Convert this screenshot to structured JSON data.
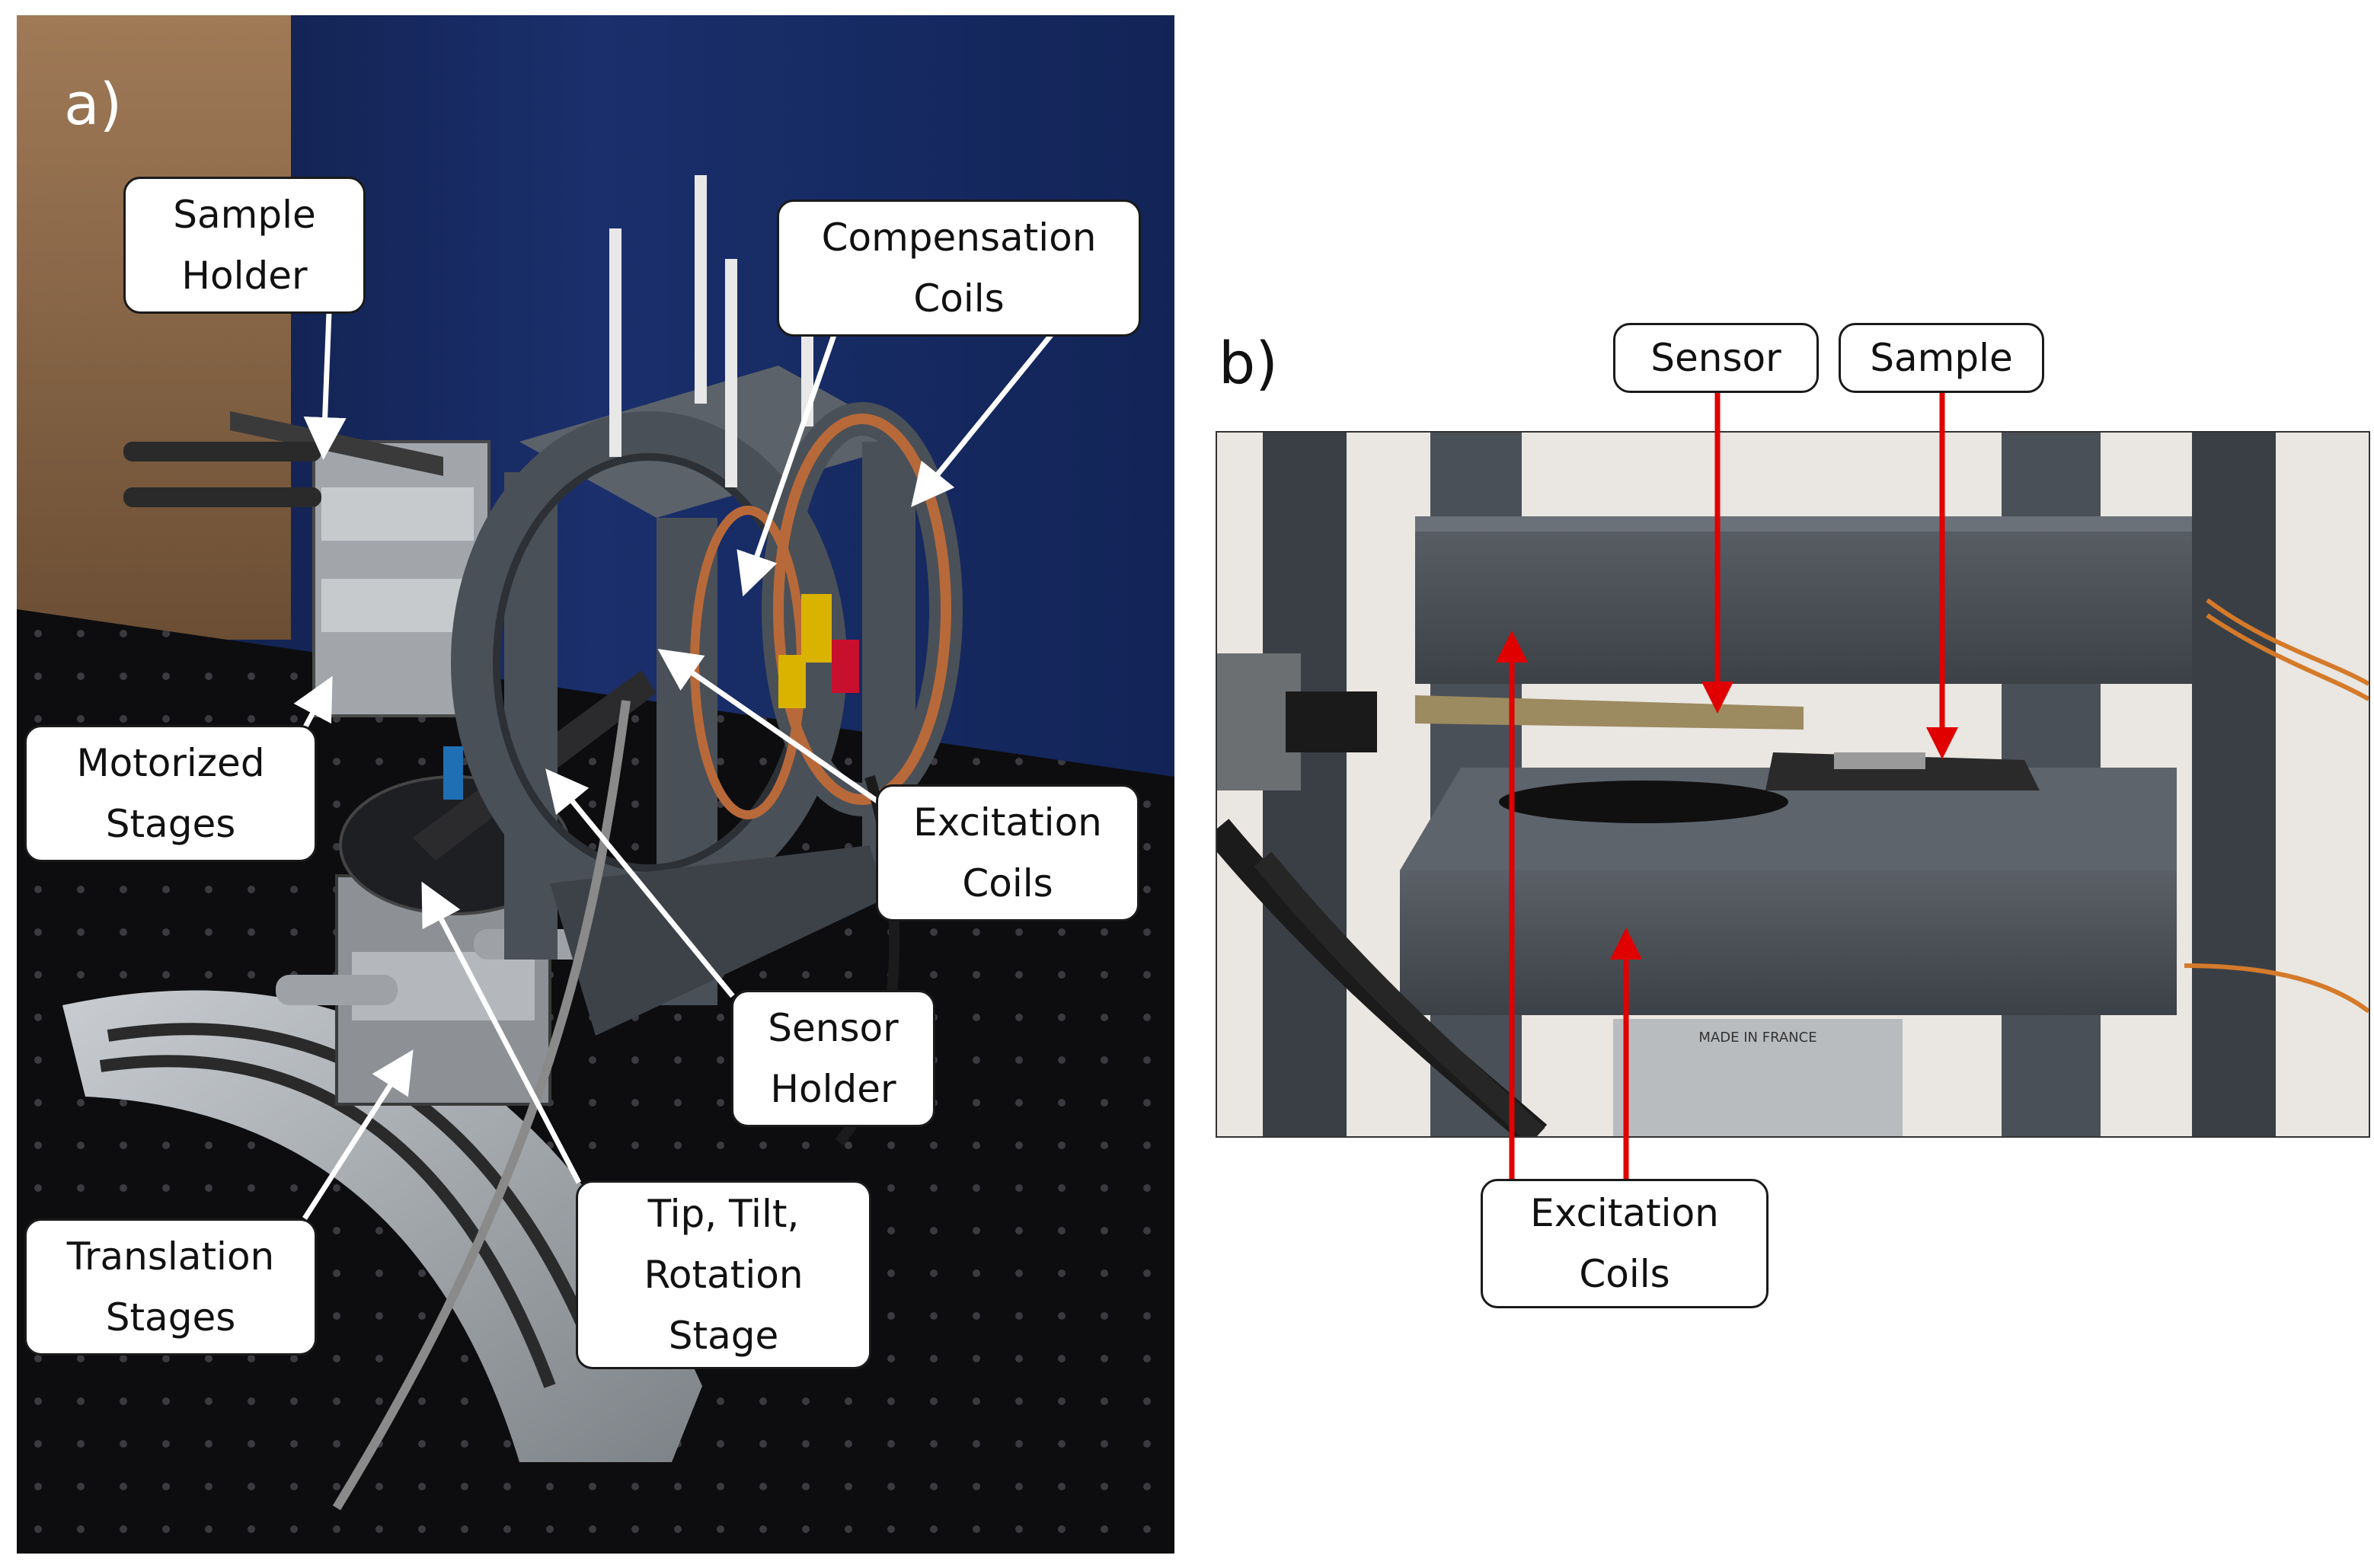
{
  "panel_a": {
    "letter": "a)",
    "labels": {
      "sample_holder": "Sample\nHolder",
      "compensation_coils": "Compensation\nCoils",
      "motorized_stages": "Motorized\nStages",
      "excitation_coils": "Excitation\nCoils",
      "sensor_holder": "Sensor\nHolder",
      "translation_stages": "Translation\nStages",
      "tip_tilt_rotation_stage": "Tip, Tilt,\nRotation\nStage"
    }
  },
  "panel_b": {
    "letter": "b)",
    "labels": {
      "sensor": "Sensor",
      "sample": "Sample",
      "excitation_coils": "Excitation\nCoils"
    },
    "plate_stamp": "MADE IN FRANCE"
  },
  "colors": {
    "backdrop_blue": "#15265a",
    "table_black": "#0d0d0f",
    "frame_grey": "#4a5057",
    "coil_copper": "#b8693a",
    "aluminium": "#a9adb2",
    "arrow_white": "#ffffff",
    "arrow_red": "#e00000"
  }
}
